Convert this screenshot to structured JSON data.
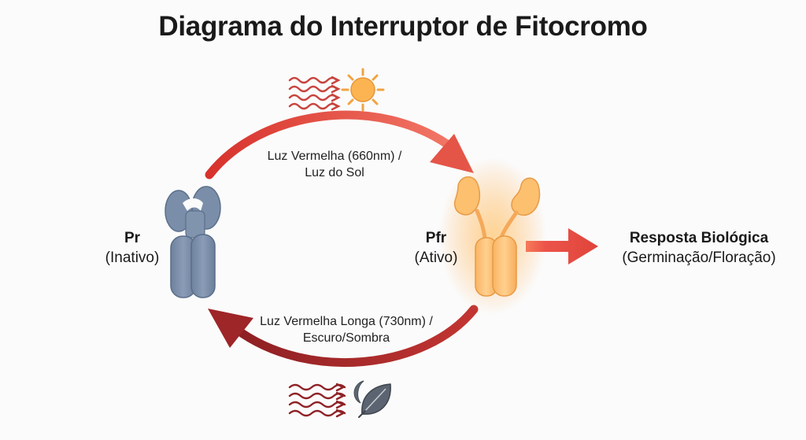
{
  "title": "Diagrama do Interruptor de Fitocromo",
  "nodes": {
    "pr": {
      "name": "Pr",
      "state": "(Inativo)"
    },
    "pfr": {
      "name": "Pfr",
      "state": "(Ativo)"
    },
    "response": {
      "name": "Resposta Biológica",
      "detail": "(Germinação/Floração)"
    }
  },
  "transitions": {
    "forward": {
      "line1": "Luz Vermelha (660nm) /",
      "line2": "Luz do Sol",
      "icons": [
        "red-light-waves-icon",
        "sun-icon"
      ]
    },
    "reverse": {
      "line1": "Luz Vermelha Longa (730nm) /",
      "line2": "Escuro/Sombra",
      "icons": [
        "far-red-waves-icon",
        "moon-icon",
        "leaf-icon"
      ]
    }
  },
  "colors": {
    "pr_protein": "#7f92ad",
    "pfr_protein": "#fcc277",
    "forward_arrow": "#e65a4d",
    "reverse_arrow": "#a3272a",
    "response_arrow": "#ea5d50",
    "sun": "#f9b04a"
  }
}
